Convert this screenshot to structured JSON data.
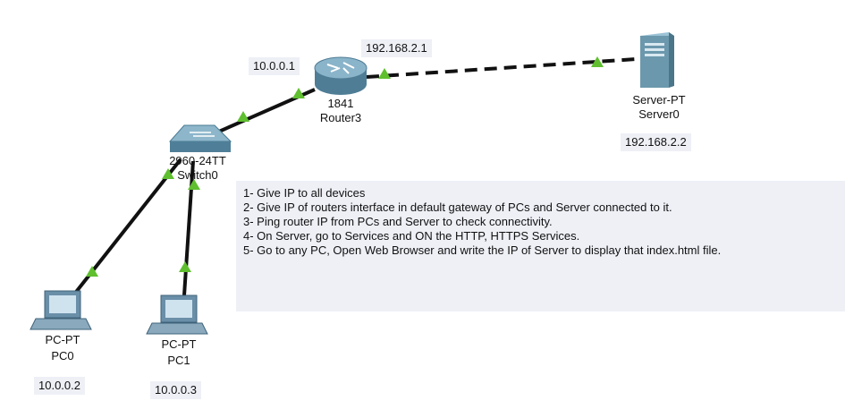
{
  "devices": {
    "router": {
      "model": "1841",
      "name": "Router3",
      "ip_left": "10.0.0.1",
      "ip_right": "192.168.2.1"
    },
    "switch": {
      "model": "2960-24TT",
      "name": "Switch0"
    },
    "server": {
      "model": "Server-PT",
      "name": "Server0",
      "ip": "192.168.2.2"
    },
    "pc0": {
      "model": "PC-PT",
      "name": "PC0",
      "ip": "10.0.0.2"
    },
    "pc1": {
      "model": "PC-PT",
      "name": "PC1",
      "ip": "10.0.0.3"
    }
  },
  "instructions": [
    "1- Give IP to all devices",
    "2- Give IP of routers interface in default gateway of PCs and Server connected to it.",
    "3- Ping router IP from PCs and Server to check connectivity.",
    "4- On Server, go to Services and ON the HTTP, HTTPS Services.",
    "5- Go to any PC, Open Web Browser and write the IP of Server to display that index.html file."
  ],
  "colors": {
    "link": "#111111",
    "link_status": "#5fbf2f",
    "label_bg": "#eef0f6",
    "router": "#6f9fb8",
    "switch": "#5d95b0",
    "server": "#6b98ad",
    "pc": "#6a8fa8"
  },
  "icons": [
    "router-icon",
    "switch-icon",
    "server-icon",
    "pc-icon"
  ]
}
